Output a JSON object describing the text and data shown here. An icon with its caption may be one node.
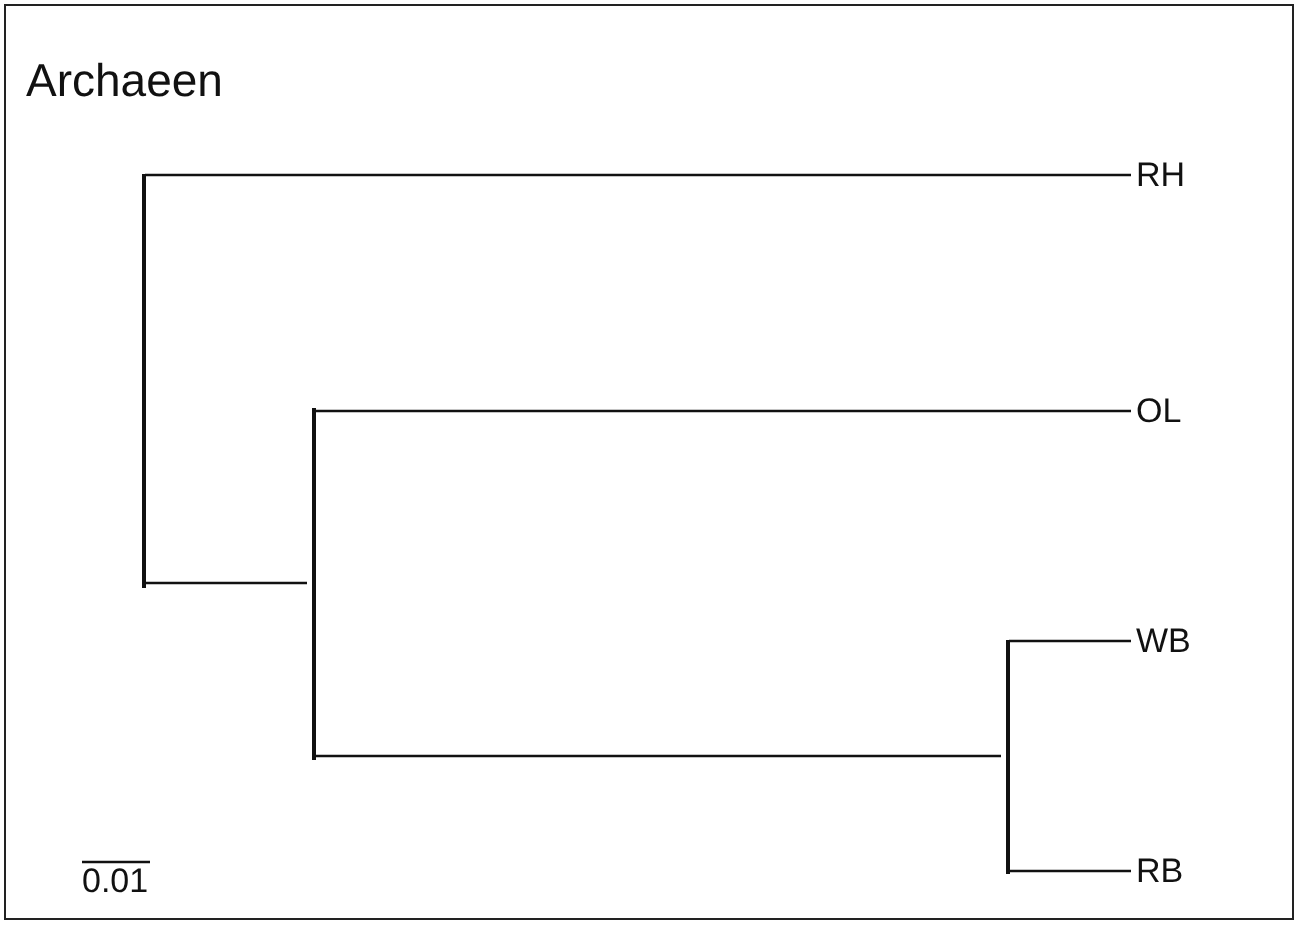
{
  "diagram": {
    "title": "Archaeen",
    "nodes": [
      {
        "text": [],
        "shape": "bar"
      },
      {
        "text": [
          "RH"
        ]
      },
      {
        "text": [],
        "shape": "bar"
      },
      {
        "text": [
          "OL"
        ]
      },
      {
        "text": [],
        "shape": "bar"
      },
      {
        "text": [
          "WB"
        ]
      },
      {
        "text": [
          "RB"
        ]
      }
    ],
    "edges": [
      {
        "from": 0,
        "to": 1,
        "arrow": "none"
      },
      {
        "from": 0,
        "to": 2,
        "arrow": "none"
      },
      {
        "from": 2,
        "to": 3,
        "arrow": "none"
      },
      {
        "from": 2,
        "to": 4,
        "arrow": "none"
      },
      {
        "from": 4,
        "to": 5,
        "arrow": "none"
      },
      {
        "from": 4,
        "to": 6,
        "arrow": "none"
      }
    ],
    "labels": [
      "0.01"
    ]
  }
}
